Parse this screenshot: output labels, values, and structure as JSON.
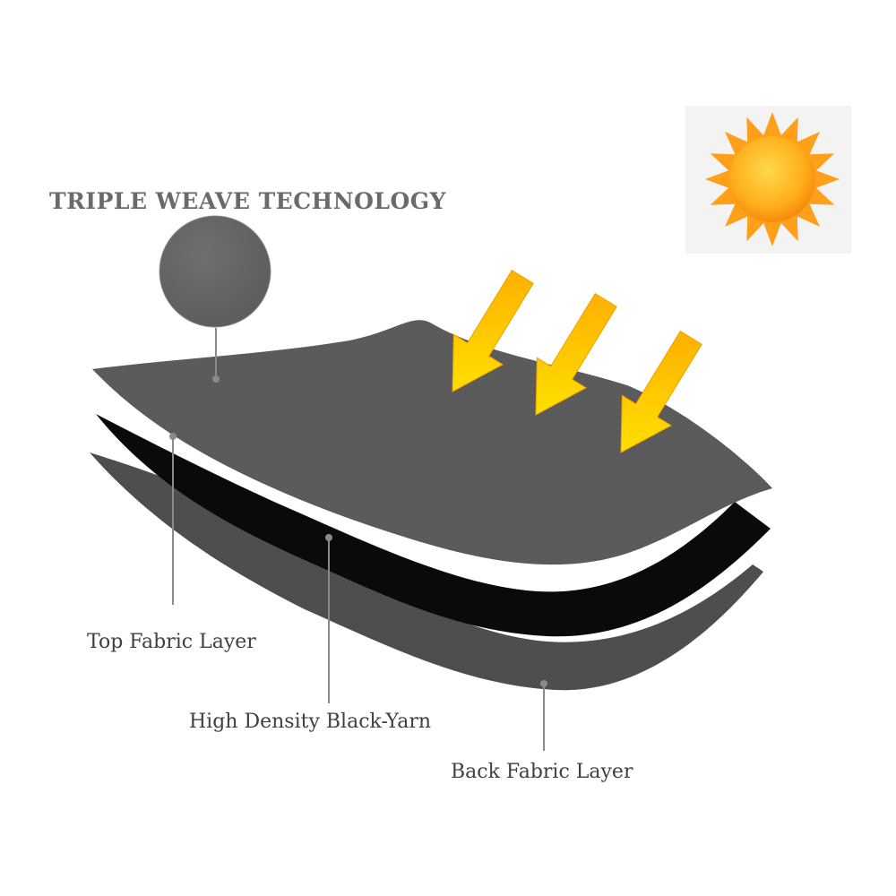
{
  "heading": "TRIPLE WEAVE TECHNOLOGY",
  "layers": {
    "top": "Top Fabric Layer",
    "middle": "High Density Black-Yarn",
    "back": "Back Fabric Layer"
  },
  "icons": {
    "sun": "sun-icon",
    "arrows": "sunlight-arrow-icon",
    "swatch": "fabric-swatch-icon"
  },
  "colors": {
    "fabric_gray": "#4d4d4d",
    "black_yarn": "#0a0a0a",
    "arrow_yellow": "#ffc21a",
    "sun_orange": "#ff9f1a",
    "text": "#404040"
  }
}
